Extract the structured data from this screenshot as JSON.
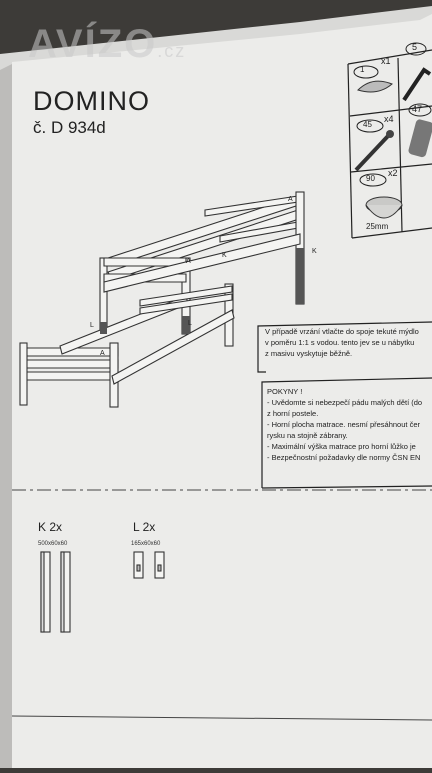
{
  "watermark": "AVÍZO",
  "watermark_tld": ".cz",
  "title": "DOMINO",
  "subtitle": "č. D 934d",
  "parts": [
    {
      "count_label": "1",
      "qty": "x1"
    },
    {
      "count_label": "5",
      "qty": ""
    },
    {
      "count_label": "45",
      "qty": "x4"
    },
    {
      "count_label": "47",
      "qty": ""
    },
    {
      "count_label": "90",
      "qty": "x2"
    }
  ],
  "size_label": "25mm",
  "diagram_labels": {
    "a_top": "A",
    "a_mid": "A",
    "a_low": "A",
    "k_right": "K",
    "k_mid": "K",
    "l_left": "L",
    "l_mid": "L"
  },
  "notice": [
    "V případě vrzání vtlačte do spoje tekuté mýdlo",
    "v poměru 1:1 s vodou. tento jev se u nábytku",
    "z masivu vyskytuje běžně."
  ],
  "instructions_title": "POKYNY !",
  "instructions": [
    "- Uvědomte si nebezpečí pádu malých dětí (do",
    "  z horní postele.",
    "- Horní plocha matrace. nesmí přesáhnout čer",
    "  rysku na stojně zábrany.",
    "- Maximální výška matrace pro horní lůžko je",
    "- Bezpečnostní požadavky dle normy ČSN EN"
  ],
  "components": [
    {
      "label": "K  2x",
      "dims": "500x60x60"
    },
    {
      "label": "L  2x",
      "dims": "165x60x60"
    }
  ]
}
